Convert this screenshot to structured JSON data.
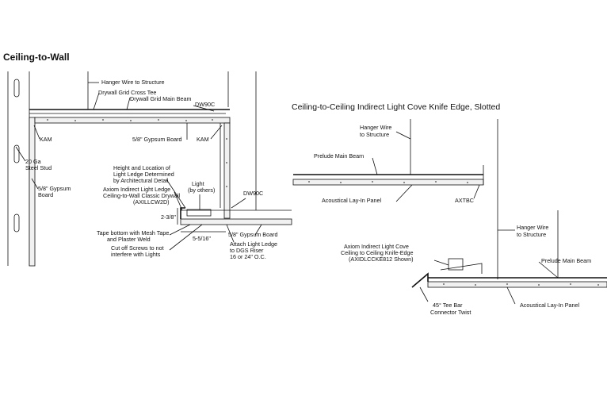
{
  "left_detail": {
    "title": "Ceiling-to-Wall",
    "labels": {
      "hanger_wire": "Hanger Wire to Structure",
      "cross_tee": "Drywall Grid Cross Tee",
      "main_beam": "Drywall Grid Main Beam",
      "dw90c_top": "DW90C",
      "kam_left": "KAM",
      "gypsum_top": "5/8\" Gypsum Board",
      "kam_right": "KAM",
      "stud_1": "20 Ga",
      "stud_2": "Steel Stud",
      "ledge_1": "Height and Location of",
      "ledge_2": "Light Ledge Determined",
      "ledge_3": "by Architectural Detail",
      "axiom_1": "Axiom Indirect Light Ledge",
      "axiom_2": "Ceiling-to-Wall Classic Drywall",
      "axiom_3": "(AXILLCW2D)",
      "light_1": "Light",
      "light_2": "(by others)",
      "dw90c_bottom": "DW90C",
      "wall_gyp_1": "5/8\" Gypsum",
      "wall_gyp_2": "Board",
      "dim_h": "2-3/8\"",
      "tape_1": "Tape bottom with Mesh Tape",
      "tape_2": "and Plaster Weld",
      "dim_w": "5-5/16\"",
      "gypsum_bottom": "5/8\" Gypsum Board",
      "cut_1": "Cut off Screws to not",
      "cut_2": "interfere with Lights",
      "attach_1": "Attach Light Ledge",
      "attach_2": "to DGS Riser",
      "attach_3": "16 or 24\" O.C."
    }
  },
  "right_detail": {
    "title": "Ceiling-to-Ceiling Indirect Light Cove Knife Edge, Slotted",
    "labels": {
      "hanger_top_1": "Hanger Wire",
      "hanger_top_2": "to Structure",
      "prelude_top": "Prelude Main Beam",
      "acoustical_top": "Acoustical Lay-In Panel",
      "axtbc": "AXTBC",
      "hanger_bottom_1": "Hanger Wire",
      "hanger_bottom_2": "to Structure",
      "axiom_1": "Axiom Indirect Light Cove",
      "axiom_2": "Ceiling to Ceiling Knife-Edge",
      "axiom_3": "(AXIDLCCKE812 Shown)",
      "prelude_bottom": "Prelude Main Beam",
      "tee_1": "45° Tee Bar",
      "tee_2": "Connector Twist",
      "acoustical_bottom": "Acoustical Lay-In Panel"
    }
  }
}
